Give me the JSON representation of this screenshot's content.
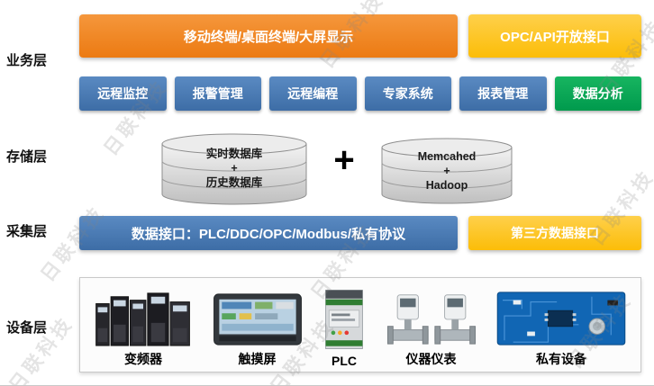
{
  "watermark": {
    "text": "日联科技"
  },
  "layers": {
    "business": "业务层",
    "storage": "存储层",
    "collection": "采集层",
    "device": "设备层"
  },
  "business": {
    "banner": "移动终端/桌面终端/大屏显示",
    "opc_api": "OPC/API开放接口",
    "modules": [
      "远程监控",
      "报警管理",
      "远程编程",
      "专家系统",
      "报表管理",
      "数据分析"
    ]
  },
  "storage": {
    "db_left": [
      "实时数据库",
      "+",
      "历史数据库"
    ],
    "plus": "+",
    "db_right": [
      "Memcahed",
      "+",
      "Hadoop"
    ]
  },
  "collection": {
    "data_interface": "数据接口：PLC/DDC/OPC/Modbus/私有协议",
    "third_party": "第三方数据接口"
  },
  "devices": [
    {
      "label": "变频器",
      "icon": "vfd-icon"
    },
    {
      "label": "触摸屏",
      "icon": "hmi-icon"
    },
    {
      "label": "PLC",
      "icon": "plc-icon"
    },
    {
      "label": "仪器仪表",
      "icon": "instrument-icon"
    },
    {
      "label": "私有设备",
      "icon": "pcb-icon"
    }
  ],
  "colors": {
    "orange": "#EC7A12",
    "yellow": "#FCBD08",
    "blue": "#4374AD",
    "green": "#00A651"
  }
}
